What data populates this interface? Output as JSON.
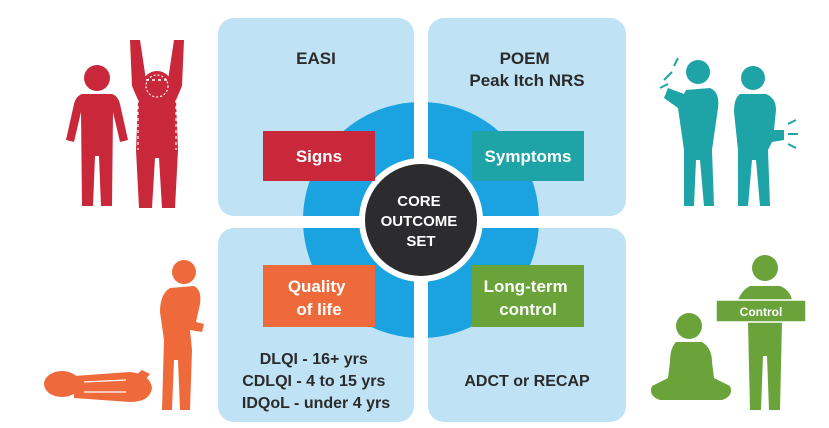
{
  "center": {
    "lines": [
      "CORE",
      "OUTCOME",
      "SET"
    ]
  },
  "quadrants": {
    "top_left": {
      "text_lines": [
        "EASI"
      ],
      "box_lines": [
        "Signs"
      ]
    },
    "top_right": {
      "text_lines": [
        "POEM",
        "Peak Itch NRS"
      ],
      "box_lines": [
        "Symptoms"
      ]
    },
    "bottom_left": {
      "text_lines": [
        "DLQI - 16+ yrs",
        "CDLQI - 4 to 15 yrs",
        "IDQoL - under 4 yrs"
      ],
      "box_lines": [
        "Quality",
        "of life"
      ]
    },
    "bottom_right": {
      "text_lines": [
        "ADCT or RECAP"
      ],
      "box_lines": [
        "Long-term",
        "control"
      ]
    }
  },
  "control_sign": "Control",
  "colors": {
    "quad_bg": "#bfe3f5",
    "ring": "#1aa3e0",
    "center": "#2c2c2e",
    "signs": "#c8283a",
    "symptoms": "#1ea3a6",
    "quality": "#ef6a3a",
    "longterm": "#6aa33a"
  },
  "icons": {
    "left_top": "person-and-itching-silhouette-icon",
    "left_bottom": "lying-and-hunched-person-icon",
    "right_top": "people-scratching-icon",
    "right_bottom": "seated-person-and-person-holding-sign-icon"
  }
}
